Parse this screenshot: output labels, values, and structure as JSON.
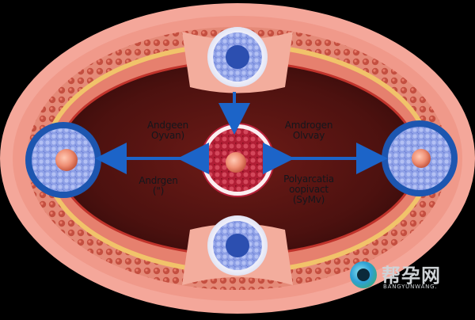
{
  "labels": {
    "left_upper_line1": "Andgeen",
    "left_upper_line2": "Oyvan)",
    "left_lower_line1": "Andrgen",
    "left_lower_line2": "(\")",
    "right_upper_line1": "Amdrogen",
    "right_upper_line2": "Olvvay",
    "right_lower_line1": "Polyarcatia",
    "right_lower_line2": "oopivact",
    "right_lower_line3": "(SyMv)"
  },
  "watermark": {
    "chinese": "帮孕网",
    "english": "BANGYUNWANG."
  },
  "colors": {
    "background": "#000000",
    "outer_tissue": "#f4a79a",
    "inner_tissue": "#e98979",
    "cavity": "#5a1512",
    "follicle_ring": "#1d56b0",
    "arrow": "#1c64c8",
    "center_follicle": "#c0243a"
  }
}
